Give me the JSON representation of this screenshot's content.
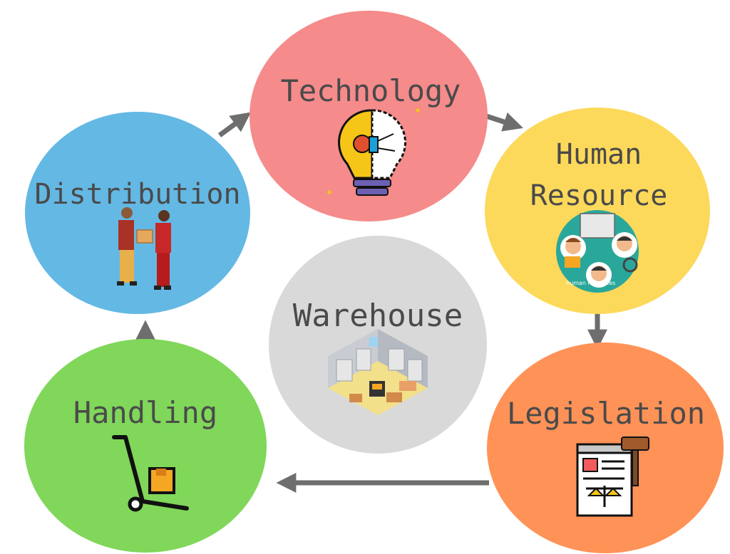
{
  "diagram": {
    "center": {
      "label": "Warehouse",
      "color": "#d9d9d9",
      "icon": "warehouse-room-icon"
    },
    "nodes": [
      {
        "id": "technology",
        "lines": [
          "Technology"
        ],
        "color": "#f58b8b",
        "icon": "lightbulb-circuit-icon"
      },
      {
        "id": "human-resource",
        "lines": [
          "Human",
          "Resource"
        ],
        "color": "#fcd95a",
        "icon": "people-network-icon",
        "icon_caption": "human resources"
      },
      {
        "id": "legislation",
        "lines": [
          "Legislation"
        ],
        "color": "#ff9257",
        "icon": "gavel-document-icon"
      },
      {
        "id": "handling",
        "lines": [
          "Handling"
        ],
        "color": "#80d75a",
        "icon": "hand-truck-icon"
      },
      {
        "id": "distribution",
        "lines": [
          "Distribution"
        ],
        "color": "#64b8e4",
        "icon": "package-handover-icon"
      }
    ],
    "edges": [
      {
        "from": "distribution",
        "to": "technology"
      },
      {
        "from": "technology",
        "to": "human-resource"
      },
      {
        "from": "human-resource",
        "to": "legislation"
      },
      {
        "from": "legislation",
        "to": "handling"
      },
      {
        "from": "handling",
        "to": "distribution"
      }
    ],
    "arrow_color": "#6e6e6e"
  }
}
